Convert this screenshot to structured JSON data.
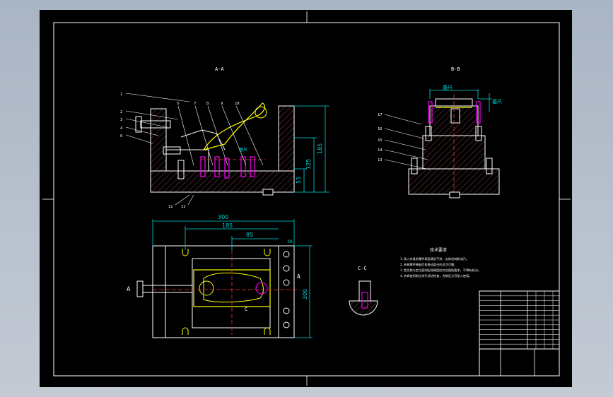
{
  "colors": {
    "background": "#000000",
    "outline": "#ffffff",
    "dimension": "#00d8d8",
    "centerline": "#ff3030",
    "part": "#ffff00",
    "pin": "#ff00ff",
    "hatch": "#a05050"
  },
  "views": {
    "section_a": "A-A",
    "section_b": "B-B",
    "section_c": "C-C"
  },
  "leaders_a": [
    "6",
    "4",
    "3",
    "2",
    "1",
    "5",
    "7",
    "8",
    "9",
    "10",
    "12",
    "11"
  ],
  "leaders_b": [
    "17",
    "16",
    "15",
    "14",
    "13"
  ],
  "dims": {
    "width_300": "300",
    "width_185": "185",
    "width_85": "85",
    "height_300": "300",
    "h_185": "185",
    "h_125": "125",
    "h_55": "55",
    "b_top": "基尺",
    "b_side": "基尺",
    "small_30": "30"
  },
  "markers": {
    "a_left": "A",
    "a_right": "A",
    "c_mark": "C"
  },
  "notes": {
    "title": "技术要求",
    "lines": [
      "1.装入夹具前零件表面清洗干净，去除毛刺和油污。",
      "2.夹具零件装配后各移动部分应灵活可靠。",
      "3.定位销与定位面的配合精度应符合图纸要求，不得有松动。",
      "4.夹具使用前应进行试切检查，合格后方可投入使用。"
    ]
  },
  "title_block": {
    "row_count": 12
  }
}
